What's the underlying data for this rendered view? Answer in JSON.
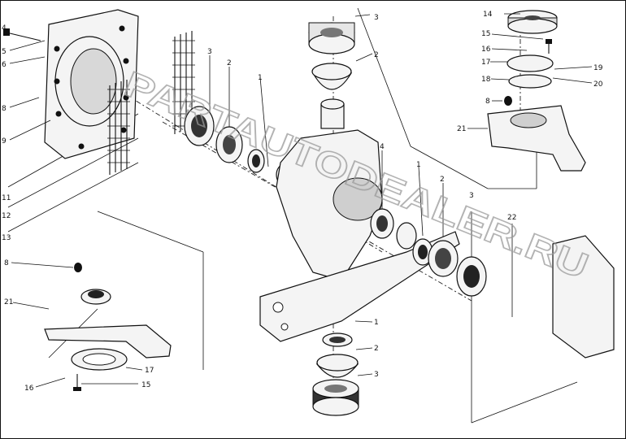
{
  "watermark": "PARTAUTODEALER.RU",
  "callouts": [
    {
      "id": "c-3-top",
      "text": "3"
    },
    {
      "id": "c-2-top",
      "text": "2"
    },
    {
      "id": "c-14",
      "text": "14"
    },
    {
      "id": "c-15-r",
      "text": "15"
    },
    {
      "id": "c-16-r",
      "text": "16"
    },
    {
      "id": "c-17-r",
      "text": "17"
    },
    {
      "id": "c-18",
      "text": "18"
    },
    {
      "id": "c-19",
      "text": "19"
    },
    {
      "id": "c-20",
      "text": "20"
    },
    {
      "id": "c-8-r",
      "text": "8"
    },
    {
      "id": "c-21-r",
      "text": "21"
    },
    {
      "id": "c-3-left",
      "text": "3"
    },
    {
      "id": "c-2-left",
      "text": "2"
    },
    {
      "id": "c-1-left",
      "text": "1"
    },
    {
      "id": "c-4",
      "text": "4"
    },
    {
      "id": "c-1-right",
      "text": "1"
    },
    {
      "id": "c-2-right",
      "text": "2"
    },
    {
      "id": "c-3-right",
      "text": "3"
    },
    {
      "id": "c-22",
      "text": "22"
    },
    {
      "id": "c-1-bottom",
      "text": "1"
    },
    {
      "id": "c-2-bottom",
      "text": "2"
    },
    {
      "id": "c-3-bottom",
      "text": "3"
    },
    {
      "id": "c-4-tl",
      "text": "4"
    },
    {
      "id": "c-5-tl",
      "text": "5"
    },
    {
      "id": "c-6-tl",
      "text": "6"
    },
    {
      "id": "c-8-tl",
      "text": "8"
    },
    {
      "id": "c-9-tl",
      "text": "9"
    },
    {
      "id": "c-11-tl",
      "text": "11"
    },
    {
      "id": "c-12-tl",
      "text": "12"
    },
    {
      "id": "c-13-tl",
      "text": "13"
    },
    {
      "id": "c-8-bl",
      "text": "8"
    },
    {
      "id": "c-21-bl",
      "text": "21"
    },
    {
      "id": "c-17-bl",
      "text": "17"
    },
    {
      "id": "c-16-bl",
      "text": "16"
    },
    {
      "id": "c-15-bl",
      "text": "15"
    }
  ]
}
